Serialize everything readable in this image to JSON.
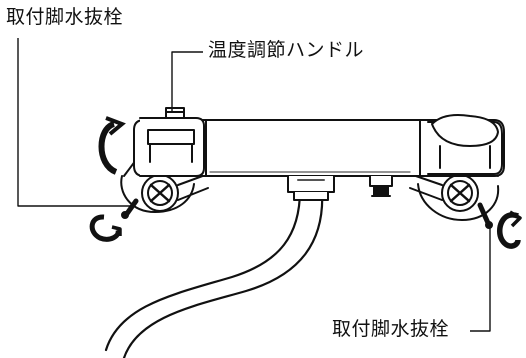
{
  "labels": {
    "drain_plug_top_left": "取付脚水抜栓",
    "temperature_handle": "温度調節ハンドル",
    "drain_plug_bottom_right": "取付脚水抜栓"
  },
  "colors": {
    "line": "#111111",
    "body_fill": "#ffffff",
    "shade": "#555555",
    "background": "#ffffff"
  }
}
